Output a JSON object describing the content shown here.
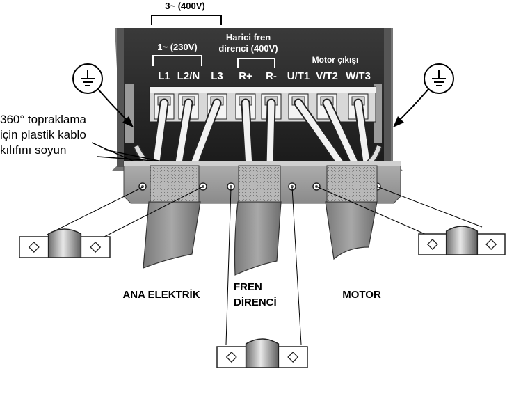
{
  "header_labels": {
    "three_phase": "3~ (400V)",
    "single_phase": "1~ (230V)",
    "brake_resistor_line1": "Harici fren",
    "brake_resistor_line2": "direnci (400V)",
    "motor_output": "Motor çıkışı"
  },
  "terminals": [
    "L1",
    "L2/N",
    "L3",
    "R+",
    "R-",
    "U/T1",
    "V/T2",
    "W/T3"
  ],
  "note_lines": [
    "360° topraklama",
    "için plastik kablo",
    "kılıfını soyun"
  ],
  "cable_groups": {
    "mains": "ANA ELEKTRİK",
    "brake_line1": "FREN",
    "brake_line2": "DİRENCİ",
    "motor": "MOTOR"
  },
  "icons": [
    "ground-symbol-icon",
    "ground-symbol-icon",
    "grounding-clamp-icon",
    "grounding-clamp-icon",
    "grounding-clamp-icon"
  ]
}
